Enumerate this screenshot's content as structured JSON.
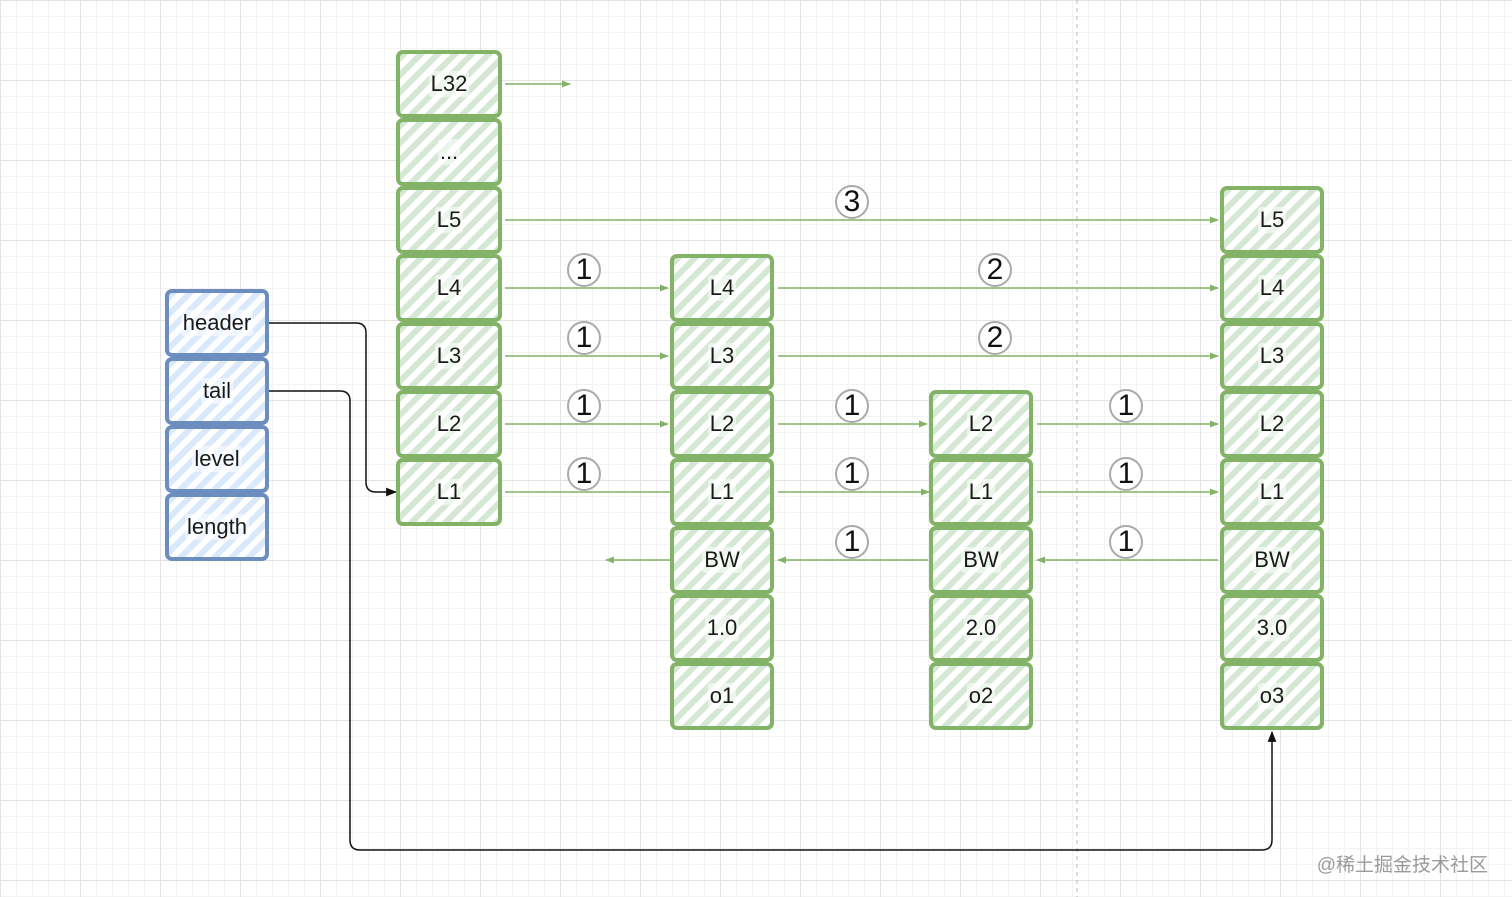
{
  "colors": {
    "green_stroke": "#82b366",
    "blue_stroke": "#6c8ebf",
    "link_line": "#222222"
  },
  "zsl": {
    "header": "header",
    "tail": "tail",
    "level": "level",
    "length": "length"
  },
  "header_node": {
    "levels": [
      "L32",
      "...",
      "L5",
      "L4",
      "L3",
      "L2",
      "L1"
    ]
  },
  "nodes": [
    {
      "levels": [
        "L4",
        "L3",
        "L2",
        "L1"
      ],
      "backward": "BW",
      "score": "1.0",
      "member": "o1"
    },
    {
      "levels": [
        "L2",
        "L1"
      ],
      "backward": "BW",
      "score": "2.0",
      "member": "o2"
    },
    {
      "levels": [
        "L5",
        "L4",
        "L3",
        "L2",
        "L1"
      ],
      "backward": "BW",
      "score": "3.0",
      "member": "o3"
    }
  ],
  "spans": {
    "l5": [
      "3"
    ],
    "l4": [
      "1",
      "2"
    ],
    "l3": [
      "1",
      "2"
    ],
    "l2": [
      "1",
      "1",
      "1"
    ],
    "l1": [
      "1",
      "1",
      "1"
    ],
    "bw": [
      "1",
      "1"
    ]
  },
  "watermark": "@稀土掘金技术社区"
}
